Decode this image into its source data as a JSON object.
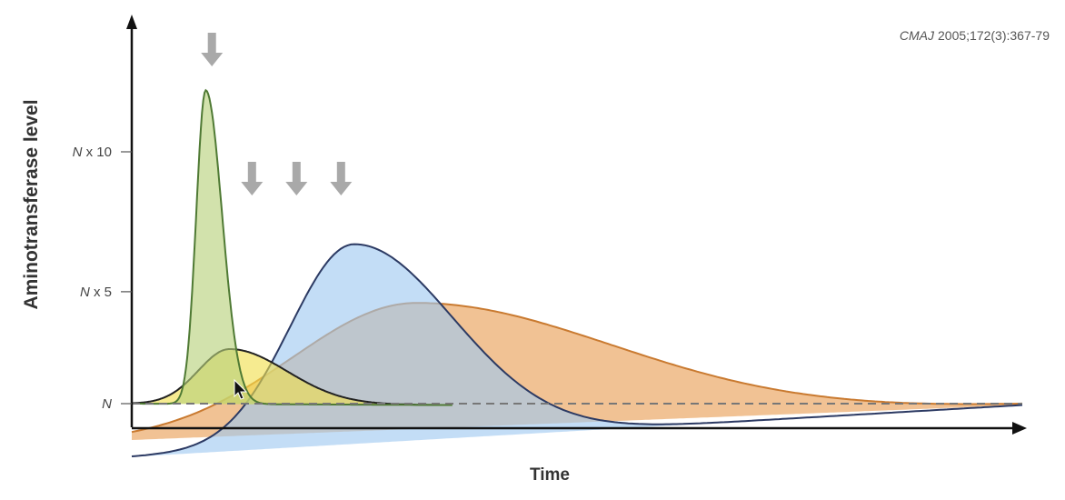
{
  "chart_data": {
    "type": "area",
    "citation_journal": "CMAJ",
    "citation_ref": "2005;172(3):367-79",
    "xlabel": "Time",
    "ylabel": "Aminotransferase level",
    "y_ticks": [
      {
        "value": 1,
        "prefix": "N",
        "suffix": ""
      },
      {
        "value": 5,
        "prefix": "N",
        "suffix": " x 5"
      },
      {
        "value": 10,
        "prefix": "N",
        "suffix": " x 10"
      }
    ],
    "ylim": [
      -0.9,
      12.5
    ],
    "xlim": [
      0,
      100
    ],
    "baseline_level": 1,
    "baseline_style": "dashed",
    "arrows_x": [
      9,
      13.5,
      18.5,
      23.5
    ],
    "series": [
      {
        "fill": "#e89c52",
        "stroke": "#c97a30",
        "peak_x": 32,
        "peak_y": 4.6,
        "rise_w": 19,
        "decay_w": 33,
        "end_x": 100,
        "base_start": -0.3
      },
      {
        "fill": "#9ec8f0",
        "stroke": "#2c3a63",
        "peak_x": 25,
        "peak_y": 6.7,
        "rise_w": 10,
        "decay_w": 16,
        "end_x": 100,
        "base_start": -0.9
      },
      {
        "fill": "#f1df4c",
        "stroke": "#222222",
        "peak_x": 11,
        "peak_y": 2.95,
        "rise_w": 5,
        "decay_w": 9,
        "end_x": 34,
        "base_start": 1
      },
      {
        "fill": "#b6d179",
        "stroke": "#4f7a34",
        "peak_x": 8.3,
        "peak_y": 12.2,
        "rise_w": 1.5,
        "decay_w": 2.6,
        "end_x": 36,
        "base_start": 1
      }
    ]
  }
}
